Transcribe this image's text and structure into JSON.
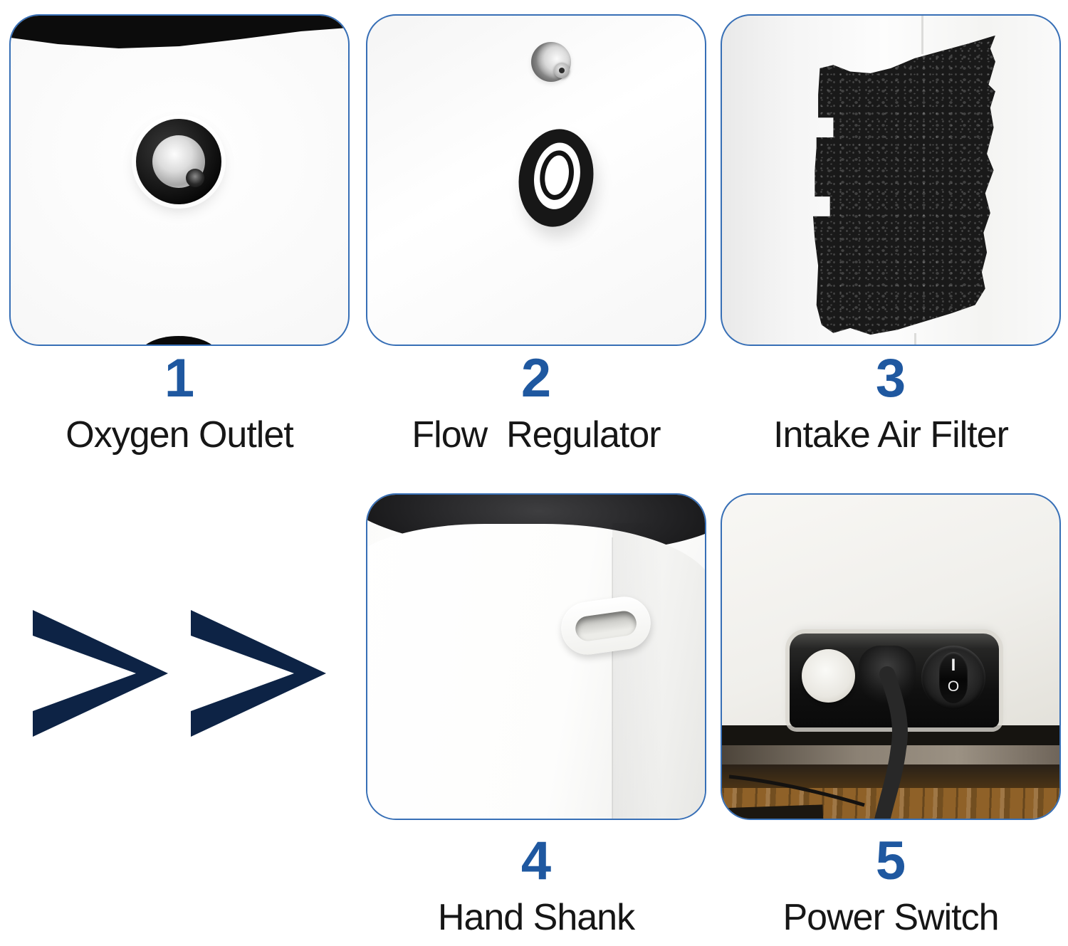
{
  "panels": [
    {
      "number": "1",
      "label": "Oxygen Outlet"
    },
    {
      "number": "2",
      "label": "Flow  Regulator"
    },
    {
      "number": "3",
      "label": "Intake Air Filter"
    },
    {
      "number": "4",
      "label": "Hand Shank"
    },
    {
      "number": "5",
      "label": "Power Switch"
    }
  ],
  "power_switch_markings": {
    "on_symbol": "I",
    "off_symbol": "O"
  },
  "colors": {
    "border": "#376fb6",
    "number": "#1f58a0",
    "label": "#161616",
    "chevron": "#0d2345"
  }
}
